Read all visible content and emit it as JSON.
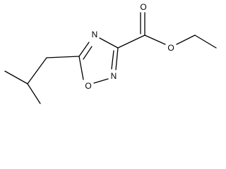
{
  "molecule": {
    "atoms": {
      "N4": "N",
      "N2": "N",
      "O1": "O",
      "O_carbonyl": "O",
      "O_ester": "O"
    }
  }
}
